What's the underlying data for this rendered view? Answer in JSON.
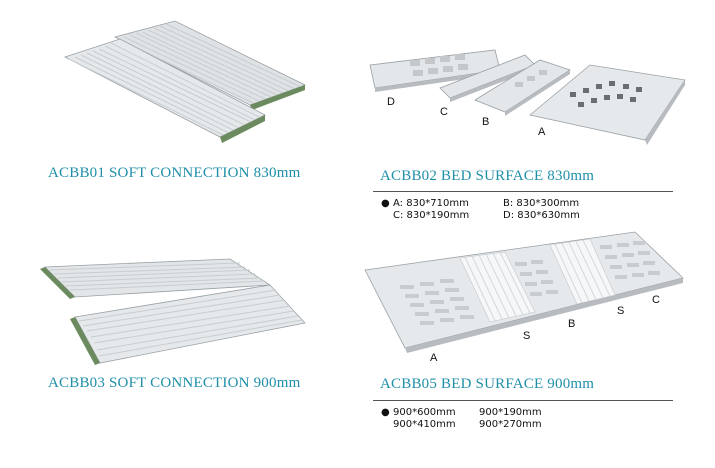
{
  "products": [
    {
      "id": "acbb01",
      "title": "ACBB01 SOFT CONNECTION 830mm"
    },
    {
      "id": "acbb02",
      "title": "ACBB02 BED SURFACE 830mm",
      "labels": [
        "D",
        "C",
        "B",
        "A"
      ],
      "specs": [
        [
          "A: 830*710mm",
          "B: 830*300mm"
        ],
        [
          "C: 830*190mm",
          "D: 830*630mm"
        ]
      ]
    },
    {
      "id": "acbb03",
      "title": "ACBB03 SOFT CONNECTION 900mm"
    },
    {
      "id": "acbb05",
      "title": "ACBB05 BED SURFACE 900mm",
      "labels": [
        "A",
        "S",
        "B",
        "S",
        "C"
      ],
      "specs": [
        [
          "900*600mm",
          "900*190mm"
        ],
        [
          "900*410mm",
          "900*270mm"
        ]
      ]
    }
  ],
  "colors": {
    "title": "#1f8fa8",
    "panel": "#e8eaec",
    "shadow": "#b8bcc0",
    "rod": "#f4f6f7"
  }
}
